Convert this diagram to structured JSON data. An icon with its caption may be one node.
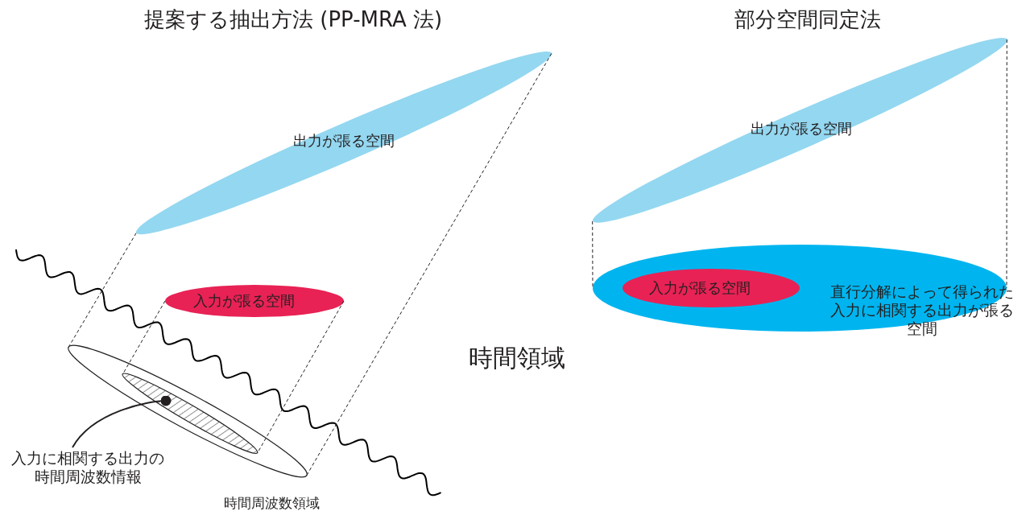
{
  "diagram": {
    "nodes": [
      {
        "text": [
          "出力が張る空間"
        ]
      },
      {
        "text": [
          "入力が張る空間"
        ]
      },
      {
        "text": [
          "時間周波数領域"
        ]
      },
      {
        "text": [],
        "shape": "ellipse",
        "in": 2
      },
      {
        "text": [
          "入力に相関する出力の時間周波数情報"
        ]
      },
      {
        "text": [
          "出力が張る空間"
        ]
      },
      {
        "text": [
          "直行分解によって得られた入力に相関する出力が張る空間"
        ]
      },
      {
        "text": [
          "入力が張る空間"
        ],
        "in": 6
      }
    ],
    "edges": [
      {
        "from": 0,
        "to": 2,
        "arrow": "none",
        "style": "dashed"
      },
      {
        "from": 0,
        "to": 2,
        "arrow": "none",
        "style": "dashed"
      },
      {
        "from": 1,
        "to": 3,
        "arrow": "none",
        "style": "dashed"
      },
      {
        "from": 1,
        "to": 3,
        "arrow": "none",
        "style": "dashed"
      },
      {
        "from": 5,
        "to": 6,
        "arrow": "none",
        "style": "dashed"
      },
      {
        "from": 5,
        "to": 6,
        "arrow": "none",
        "style": "dashed"
      },
      {
        "from": 4,
        "to": 3,
        "arrow": "other"
      }
    ],
    "labels": [
      "提案する抽出方法 (PP-MRA 法)",
      "部分空間同定法",
      "時間領域"
    ]
  }
}
